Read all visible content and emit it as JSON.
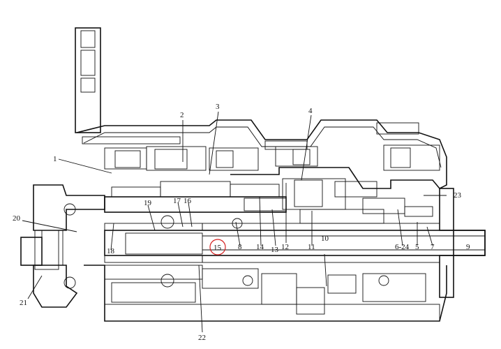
{
  "diagram": {
    "labels": [
      "1",
      "2",
      "3",
      "4",
      "5",
      "6-24",
      "7",
      "8",
      "9",
      "10",
      "11",
      "12",
      "13",
      "14",
      "15",
      "16",
      "17",
      "18",
      "19",
      "20",
      "21",
      "22",
      "23"
    ],
    "highlighted_label": "15",
    "colors": {
      "ink": "#111111",
      "highlight": "#d42020",
      "paper": "#ffffff"
    }
  }
}
